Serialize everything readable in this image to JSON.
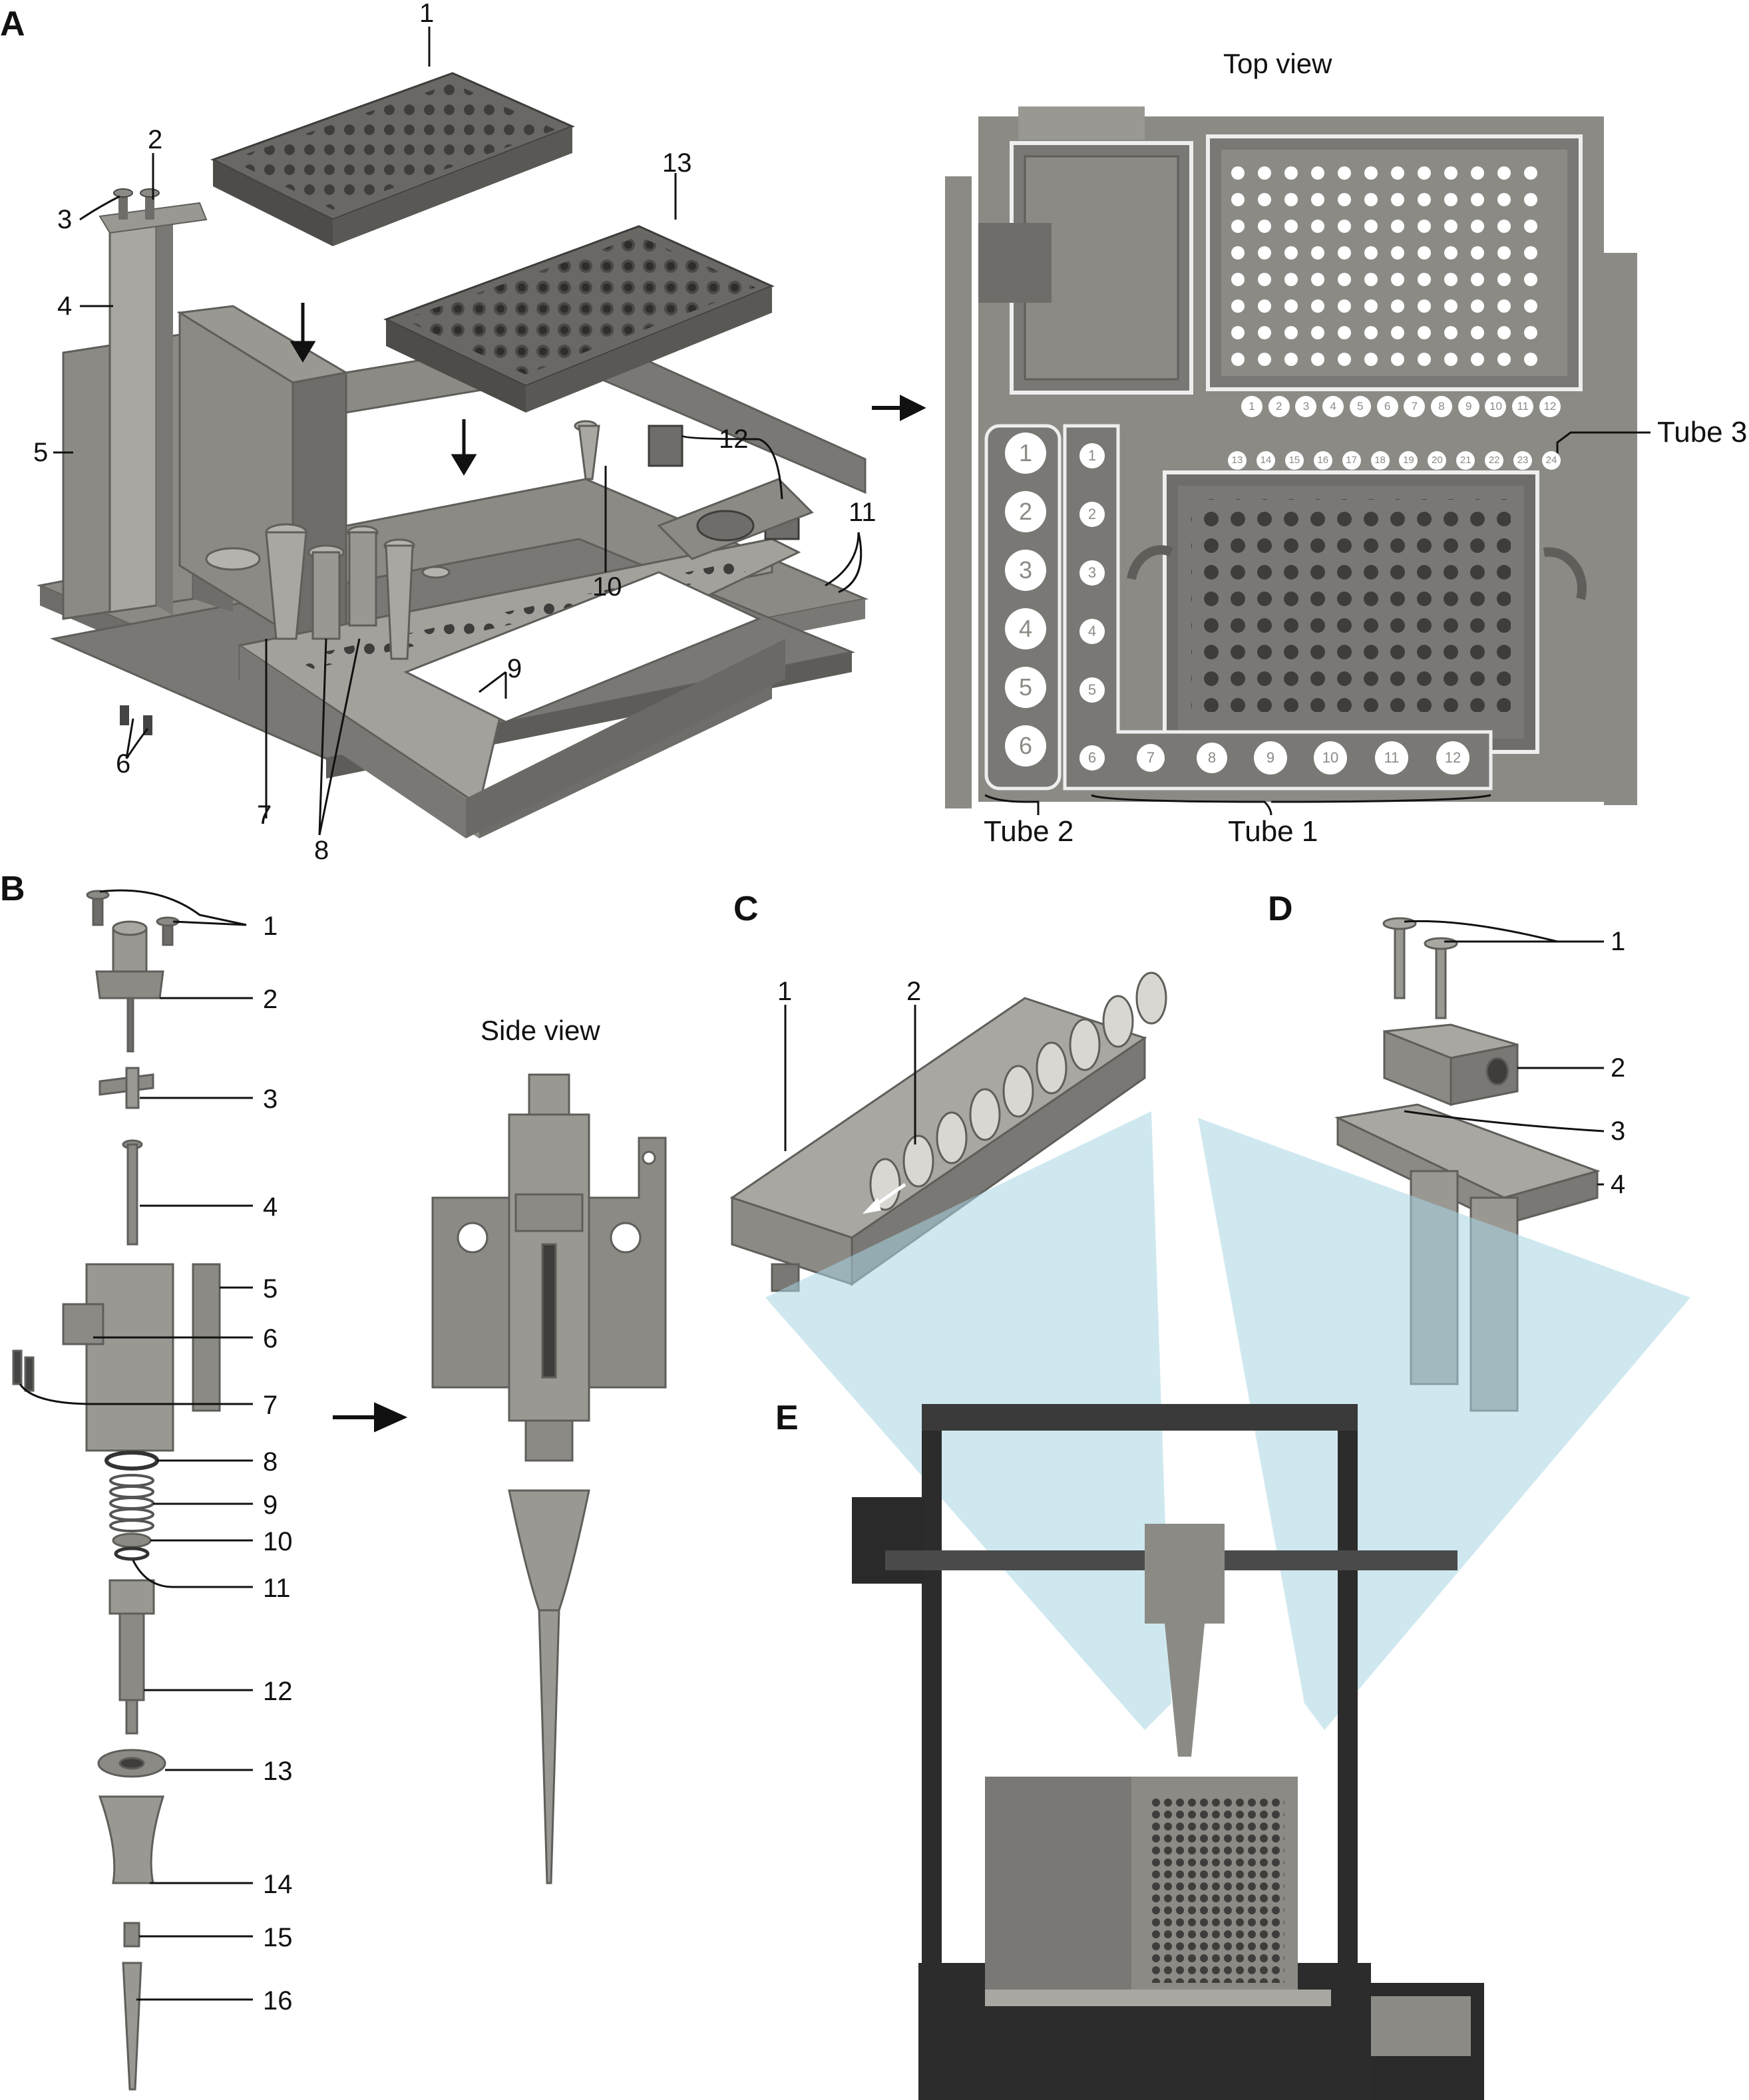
{
  "panels": {
    "a": {
      "letter": "A",
      "title": "Top view",
      "callouts": [
        "1",
        "2",
        "3",
        "4",
        "5",
        "6",
        "7",
        "8",
        "9",
        "10",
        "11",
        "12",
        "13"
      ],
      "tube_labels": {
        "tube1": "Tube 1",
        "tube2": "Tube 2",
        "tube3": "Tube 3"
      },
      "tube1_numbers": [
        "1",
        "2",
        "3",
        "4",
        "5",
        "6",
        "7",
        "8",
        "9",
        "10",
        "11",
        "12"
      ],
      "tube2_numbers": [
        "1",
        "2",
        "3",
        "4",
        "5",
        "6"
      ],
      "tube3_row1": [
        "1",
        "2",
        "3",
        "4",
        "5",
        "6",
        "7",
        "8",
        "9",
        "10",
        "11",
        "12"
      ],
      "tube3_row2": [
        "13",
        "14",
        "15",
        "16",
        "17",
        "18",
        "19",
        "20",
        "21",
        "22",
        "23",
        "24"
      ]
    },
    "b": {
      "letter": "B",
      "title": "Side view",
      "callouts": [
        "1",
        "2",
        "3",
        "4",
        "5",
        "6",
        "7",
        "8",
        "9",
        "10",
        "11",
        "12",
        "13",
        "14",
        "15",
        "16"
      ]
    },
    "c": {
      "letter": "C",
      "callouts": [
        "1",
        "2"
      ]
    },
    "d": {
      "letter": "D",
      "callouts": [
        "1",
        "2",
        "3",
        "4"
      ]
    },
    "e": {
      "letter": "E"
    }
  },
  "colors": {
    "part": "#8c8a85",
    "part_dark": "#6f6d69",
    "part_light": "#a9a7a2",
    "hole": "#3e3d3b",
    "frame": "#2c2c2c",
    "beam": "#a8d6e3"
  }
}
